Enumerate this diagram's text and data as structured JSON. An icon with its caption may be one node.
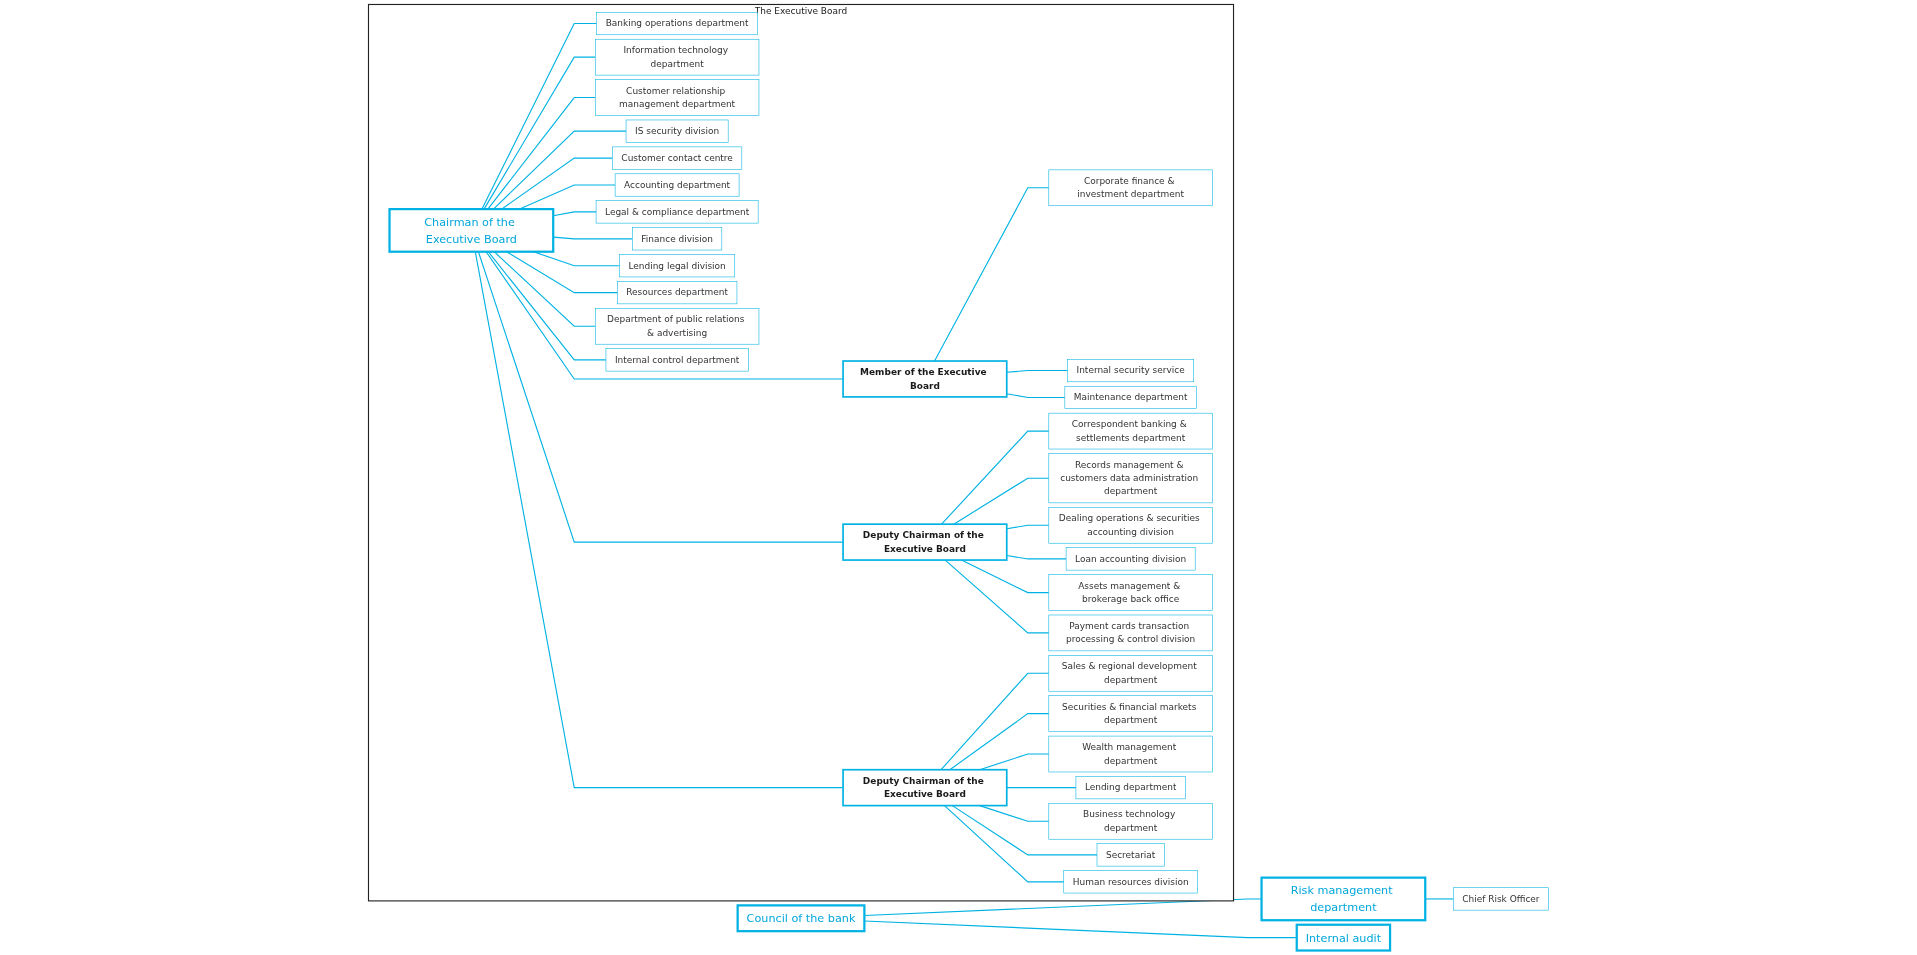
{
  "diagram": {
    "nodes": [
      {
        "text": [
          "Council of the bank"
        ]
      },
      {
        "text": [
          "Risk management department"
        ]
      },
      {
        "text": [
          "Internal audit"
        ]
      },
      {
        "text": [
          "Chief Risk Officer"
        ]
      },
      {
        "text": [
          "The Executive Board"
        ]
      },
      {
        "text": [
          "Chairman of the Executive Board"
        ],
        "in": 4
      },
      {
        "text": [
          "Member of the Executive Board"
        ],
        "in": 4
      },
      {
        "text": [
          "Deputy Chairman of the Executive Board"
        ],
        "in": 4
      },
      {
        "text": [
          "Deputy Chairman of the Executive Board"
        ],
        "in": 4
      },
      {
        "text": [
          "Corporate finance & investment department"
        ],
        "in": 4
      },
      {
        "text": [
          "Internal security service"
        ],
        "in": 4
      },
      {
        "text": [
          "Maintenance department"
        ],
        "in": 4
      },
      {
        "text": [
          "Correspondent banking & settlements department"
        ],
        "in": 4
      },
      {
        "text": [
          "Records management & customers data administration department"
        ],
        "in": 4
      },
      {
        "text": [
          "Dealing operations & securities accounting division"
        ],
        "in": 4
      },
      {
        "text": [
          "Loan accounting division"
        ],
        "in": 4
      },
      {
        "text": [
          "Assets management & brokerage back office"
        ],
        "in": 4
      },
      {
        "text": [
          "Payment cards transaction processing & control division"
        ],
        "in": 4
      },
      {
        "text": [
          "Banking operations department"
        ],
        "in": 4
      },
      {
        "text": [
          "Information technology department"
        ],
        "in": 4
      },
      {
        "text": [
          "Customer relationship management department"
        ],
        "in": 4
      },
      {
        "text": [
          "IS security division"
        ],
        "in": 4
      },
      {
        "text": [
          "Customer contact centre"
        ],
        "in": 4
      },
      {
        "text": [
          "Accounting department"
        ],
        "in": 4
      },
      {
        "text": [
          "Legal & compliance department"
        ],
        "in": 4
      },
      {
        "text": [
          "Finance division"
        ],
        "in": 4
      },
      {
        "text": [
          "Lending legal division"
        ],
        "in": 4
      },
      {
        "text": [
          "Resources department"
        ],
        "in": 4
      },
      {
        "text": [
          "Department of public relations & advertising"
        ],
        "in": 4
      },
      {
        "text": [
          "Internal control department"
        ],
        "in": 4
      },
      {
        "text": [
          "Sales & regional development department"
        ],
        "in": 4
      },
      {
        "text": [
          "Securities & financial markets department"
        ],
        "in": 4
      },
      {
        "text": [
          "Wealth management department"
        ],
        "in": 4
      },
      {
        "text": [
          "Lending department"
        ],
        "in": 4
      },
      {
        "text": [
          "Business technology department"
        ],
        "in": 4
      },
      {
        "text": [
          "Secretariat"
        ],
        "in": 4
      },
      {
        "text": [
          "Human resources division"
        ],
        "in": 4
      }
    ],
    "edges": [
      {
        "from": 0,
        "to": 1,
        "arrow": "none"
      },
      {
        "from": 0,
        "to": 2,
        "arrow": "none"
      },
      {
        "from": 1,
        "to": 3,
        "arrow": "none"
      },
      {
        "from": 5,
        "to": 6,
        "arrow": "none"
      },
      {
        "from": 5,
        "to": 7,
        "arrow": "none"
      },
      {
        "from": 5,
        "to": 8,
        "arrow": "none"
      },
      {
        "from": 6,
        "to": 9,
        "arrow": "none"
      },
      {
        "from": 6,
        "to": 10,
        "arrow": "none"
      },
      {
        "from": 6,
        "to": 11,
        "arrow": "none"
      },
      {
        "from": 7,
        "to": 12,
        "arrow": "none"
      },
      {
        "from": 7,
        "to": 13,
        "arrow": "none"
      },
      {
        "from": 7,
        "to": 14,
        "arrow": "none"
      },
      {
        "from": 7,
        "to": 15,
        "arrow": "none"
      },
      {
        "from": 7,
        "to": 16,
        "arrow": "none"
      },
      {
        "from": 7,
        "to": 17,
        "arrow": "none"
      },
      {
        "from": 5,
        "to": 18,
        "arrow": "none"
      },
      {
        "from": 5,
        "to": 19,
        "arrow": "none"
      },
      {
        "from": 5,
        "to": 20,
        "arrow": "none"
      },
      {
        "from": 5,
        "to": 21,
        "arrow": "none"
      },
      {
        "from": 5,
        "to": 22,
        "arrow": "none"
      },
      {
        "from": 5,
        "to": 23,
        "arrow": "none"
      },
      {
        "from": 5,
        "to": 24,
        "arrow": "none"
      },
      {
        "from": 5,
        "to": 25,
        "arrow": "none"
      },
      {
        "from": 5,
        "to": 26,
        "arrow": "none"
      },
      {
        "from": 5,
        "to": 27,
        "arrow": "none"
      },
      {
        "from": 5,
        "to": 28,
        "arrow": "none"
      },
      {
        "from": 5,
        "to": 29,
        "arrow": "none"
      },
      {
        "from": 8,
        "to": 30,
        "arrow": "none"
      },
      {
        "from": 8,
        "to": 31,
        "arrow": "none"
      },
      {
        "from": 8,
        "to": 32,
        "arrow": "none"
      },
      {
        "from": 8,
        "to": 33,
        "arrow": "none"
      },
      {
        "from": 8,
        "to": 34,
        "arrow": "none"
      },
      {
        "from": 8,
        "to": 35,
        "arrow": "none"
      },
      {
        "from": 8,
        "to": 36,
        "arrow": "none"
      }
    ]
  }
}
